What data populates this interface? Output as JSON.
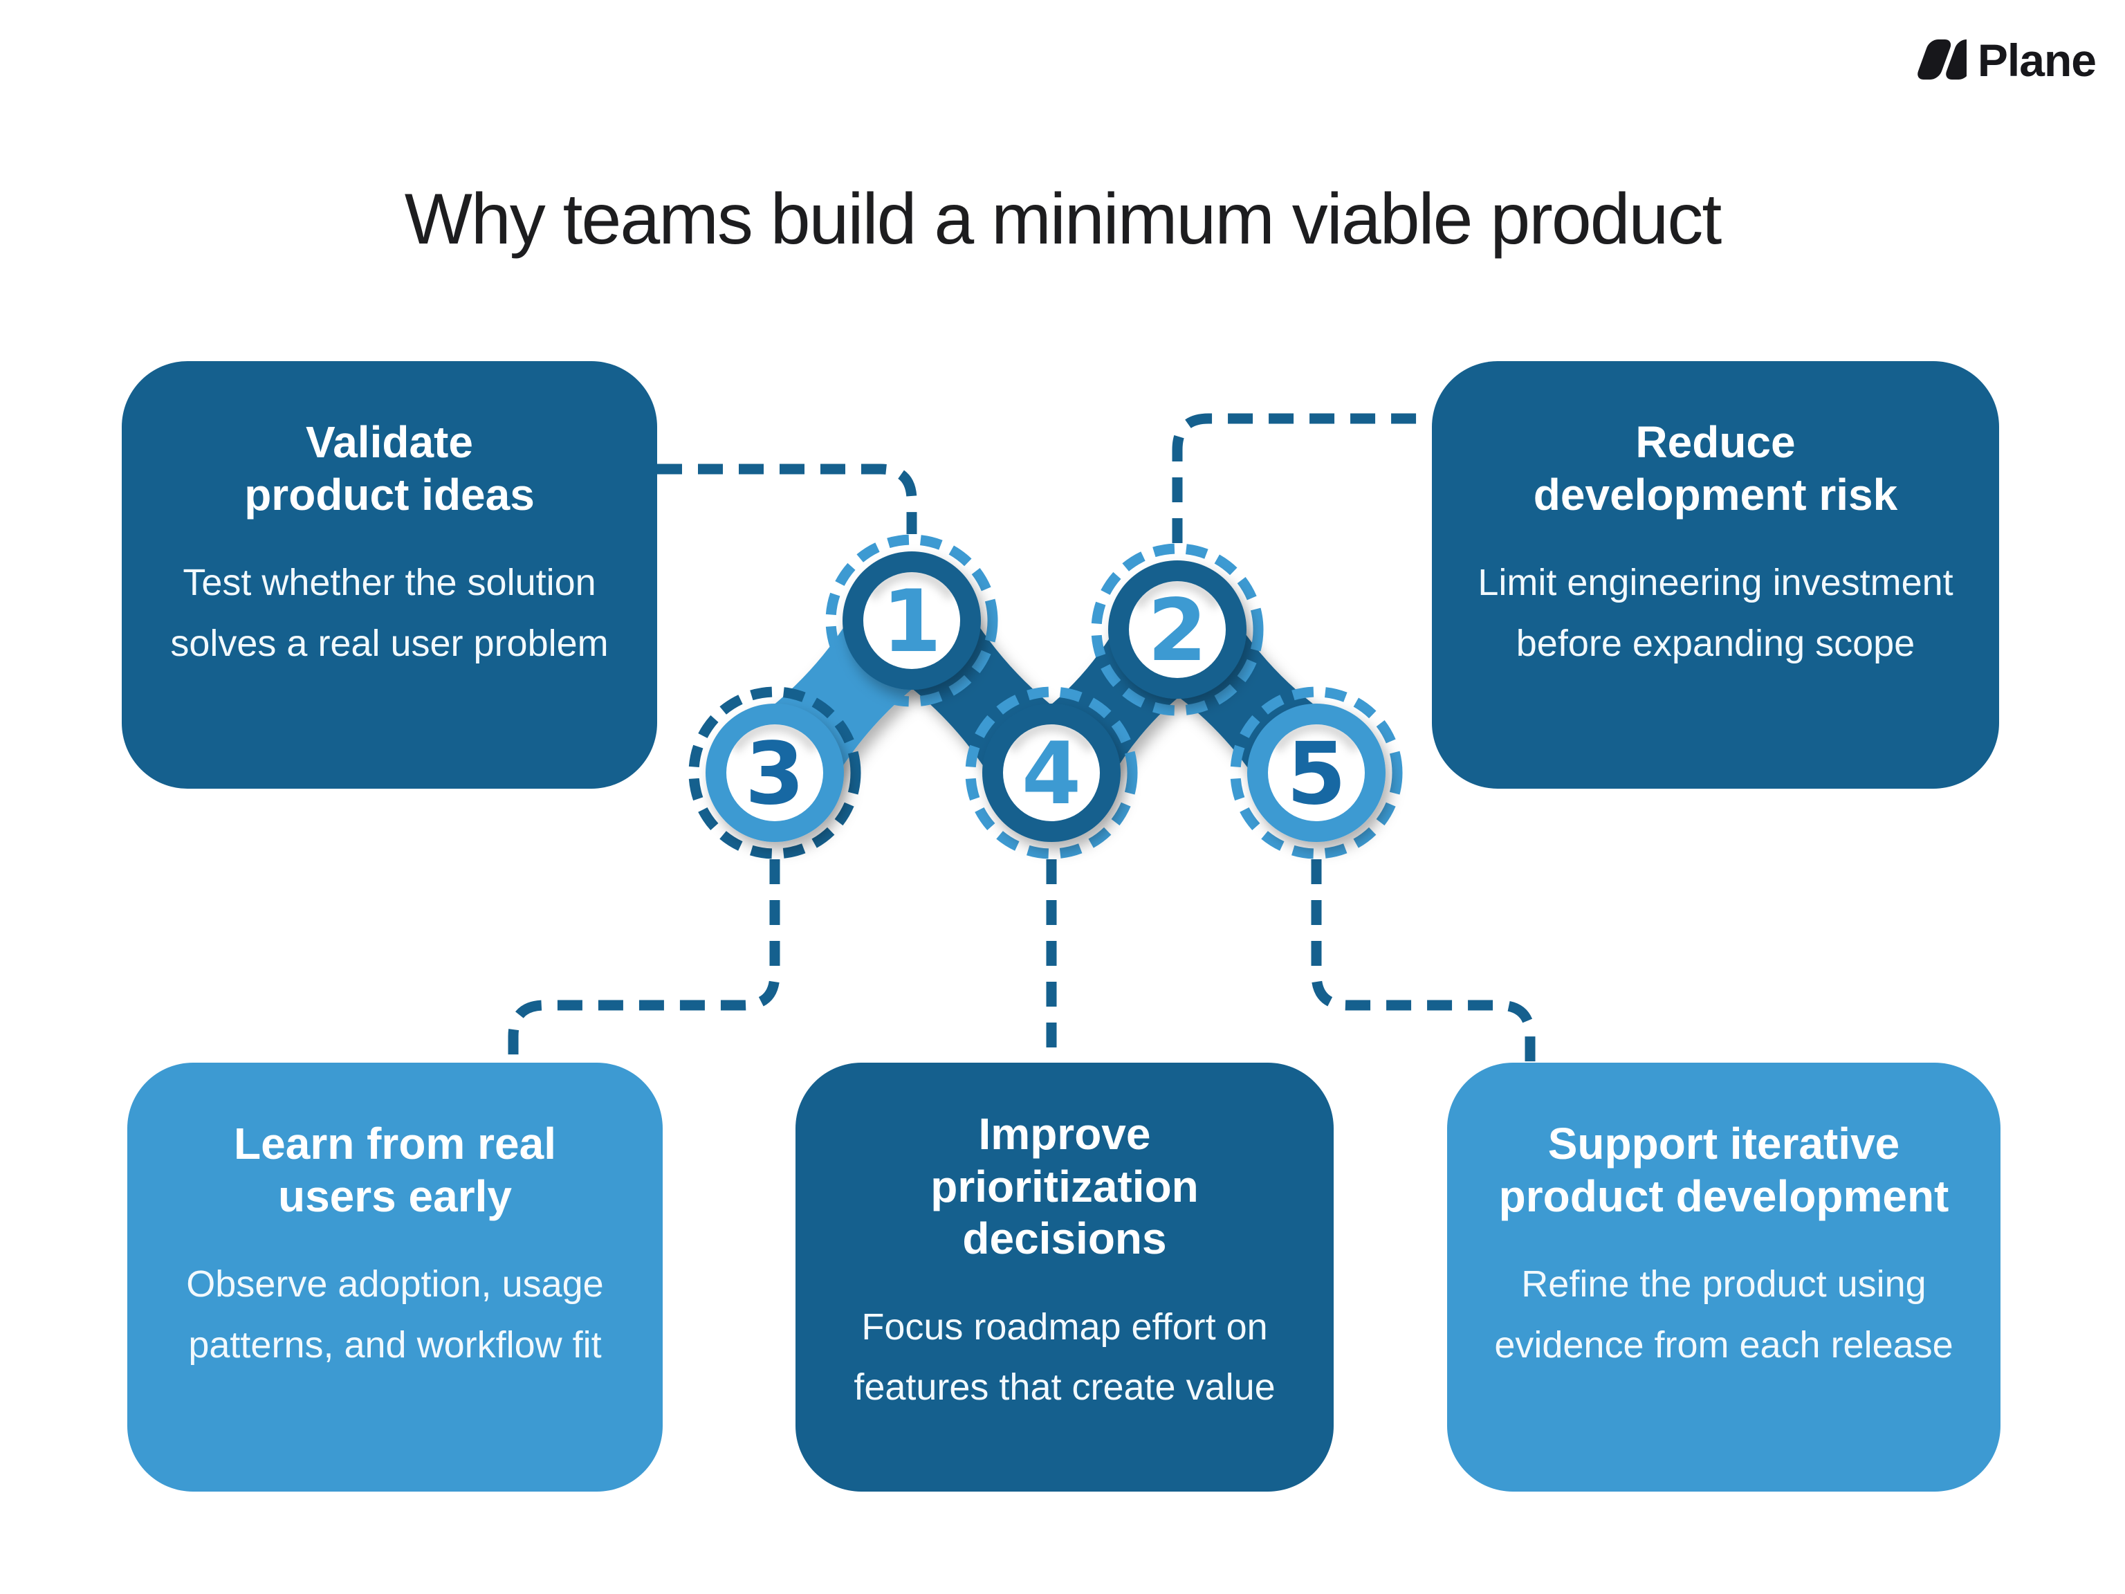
{
  "page": {
    "title": "Why teams build a minimum viable product"
  },
  "brand": {
    "name": "Plane",
    "icon": "plane-logo-double-parallelogram",
    "color": "#17171b"
  },
  "colors": {
    "dark_blue": "#15608e",
    "light_blue": "#3d9ad2",
    "title_text": "#1d1d1f",
    "background": "#ffffff",
    "card_text": "#ffffff"
  },
  "nodes": [
    {
      "number": "1",
      "ring": "dark",
      "dash": "light",
      "links_to_card": "validate"
    },
    {
      "number": "2",
      "ring": "dark",
      "dash": "light",
      "links_to_card": "reduce"
    },
    {
      "number": "3",
      "ring": "light",
      "dash": "dark",
      "links_to_card": "learn"
    },
    {
      "number": "4",
      "ring": "dark",
      "dash": "light",
      "links_to_card": "improve"
    },
    {
      "number": "5",
      "ring": "light",
      "dash": "light",
      "links_to_card": "support"
    }
  ],
  "cards": {
    "validate": {
      "tone": "dark",
      "title": "Validate\nproduct ideas",
      "body": "Test whether the solution solves a real user problem"
    },
    "reduce": {
      "tone": "dark",
      "title": "Reduce\ndevelopment risk",
      "body": "Limit engineering investment before expanding scope"
    },
    "learn": {
      "tone": "light",
      "title": "Learn from real\nusers early",
      "body": "Observe adoption, usage patterns, and workflow fit"
    },
    "improve": {
      "tone": "dark",
      "title": "Improve\nprioritization\ndecisions",
      "body": "Focus roadmap effort on features that create value"
    },
    "support": {
      "tone": "light",
      "title": "Support iterative\nproduct development",
      "body": "Refine the product using evidence from each release"
    }
  }
}
